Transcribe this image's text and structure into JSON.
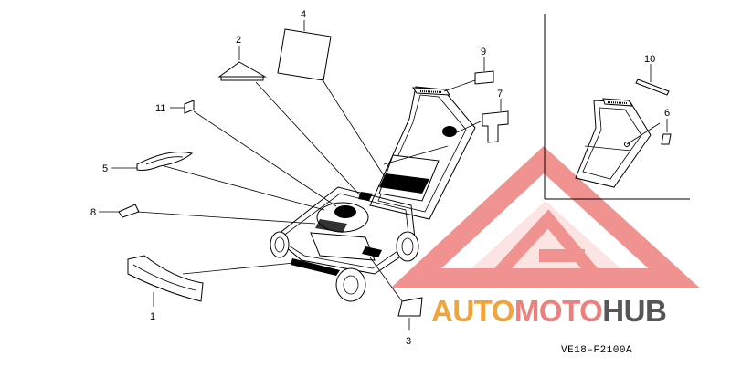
{
  "diagram": {
    "callouts": [
      {
        "id": "1",
        "label": "1"
      },
      {
        "id": "2",
        "label": "2"
      },
      {
        "id": "3",
        "label": "3"
      },
      {
        "id": "4",
        "label": "4"
      },
      {
        "id": "5",
        "label": "5"
      },
      {
        "id": "6",
        "label": "6"
      },
      {
        "id": "7",
        "label": "7"
      },
      {
        "id": "8",
        "label": "8"
      },
      {
        "id": "9",
        "label": "9"
      },
      {
        "id": "10",
        "label": "10"
      },
      {
        "id": "11",
        "label": "11"
      }
    ],
    "drawing_code": "VE18–F2100A"
  },
  "watermark": {
    "text_part1": "AUTO",
    "text_part2": "MOTO",
    "text_part3": "HUB",
    "colors": {
      "primary": "#f2a33a",
      "secondary": "#ee7f7c",
      "dark": "#565656"
    }
  }
}
